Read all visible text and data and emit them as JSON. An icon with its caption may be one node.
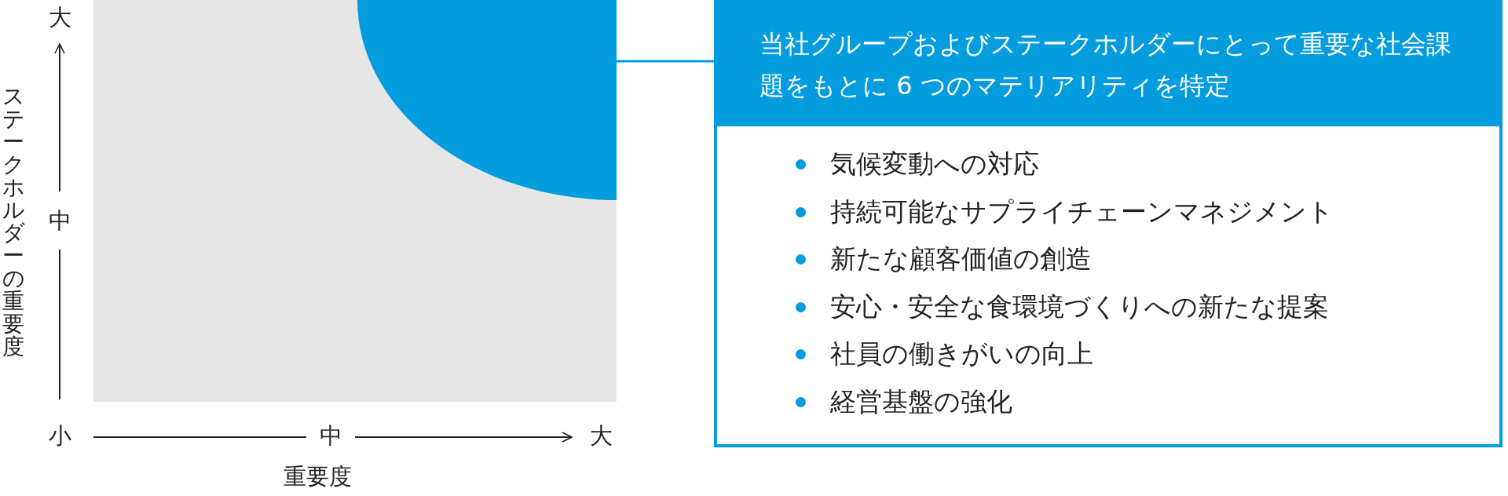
{
  "diagram": {
    "nodes": [
      {
        "text": [],
        "shape": "circle"
      },
      {
        "text": [
          "当社グループおよびステークホルダーにとって重要な社会課題をもとに 6 つのマテリアリティを特定"
        ]
      },
      {
        "text": [
          "気候変動への対応",
          "持続可能なサプライチェーンマネジメント",
          "新たな顧客価値の創造",
          "安心・安全な食環境づくりへの新たな提案",
          "社員の働きがいの向上",
          "経営基盤の強化"
        ]
      }
    ],
    "edges": [
      {
        "from": 0,
        "to": 1,
        "arrow": "none"
      }
    ],
    "labels": [
      "大",
      "ステークホルダーの重要度",
      "中",
      "小",
      "中",
      "大",
      "重要度"
    ]
  }
}
